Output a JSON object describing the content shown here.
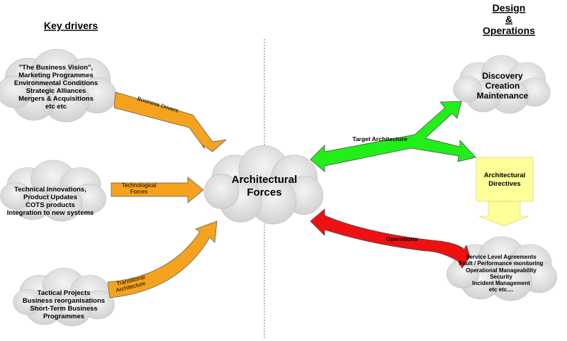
{
  "headers": {
    "key_drivers": "Key drivers",
    "design_ops": [
      "Design",
      "&",
      "Operations"
    ]
  },
  "clouds": {
    "business": [
      "\"The Business Vision\",",
      "Marketing Programmes",
      "Environmental Conditions",
      "Strategic Alliances",
      "Mergers & Acquisitions",
      "etc etc"
    ],
    "technical": [
      "Technical Innovations,",
      "Product Updates",
      "COTS products",
      "Integration to new systems"
    ],
    "tactical": [
      "Tactical Projects",
      "Business reorganisations",
      "Short-Term Business",
      "Programmes"
    ],
    "center": [
      "Architectural",
      "Forces"
    ],
    "discovery": [
      "Discovery",
      "Creation",
      "Maintenance"
    ],
    "service": [
      "Service Level Agreements",
      "Fault / Performance monitoring",
      "Operational Manageability",
      "Security",
      "Incident Management",
      "etc etc...."
    ]
  },
  "arrows": {
    "business_drivers": "Business Drivers",
    "technological": [
      "Technological",
      "Forces"
    ],
    "transitional": [
      "Transitional",
      "Architecture"
    ],
    "target_architecture": "Target Architecture",
    "operations": "Operations"
  },
  "directives": [
    "Architectural",
    "Directives"
  ],
  "colors": {
    "orange": "#F5A21E",
    "green": "#22EE1A",
    "red": "#EE1111",
    "yellow": "#FFFF99",
    "cloud": "#E6E6E6"
  }
}
